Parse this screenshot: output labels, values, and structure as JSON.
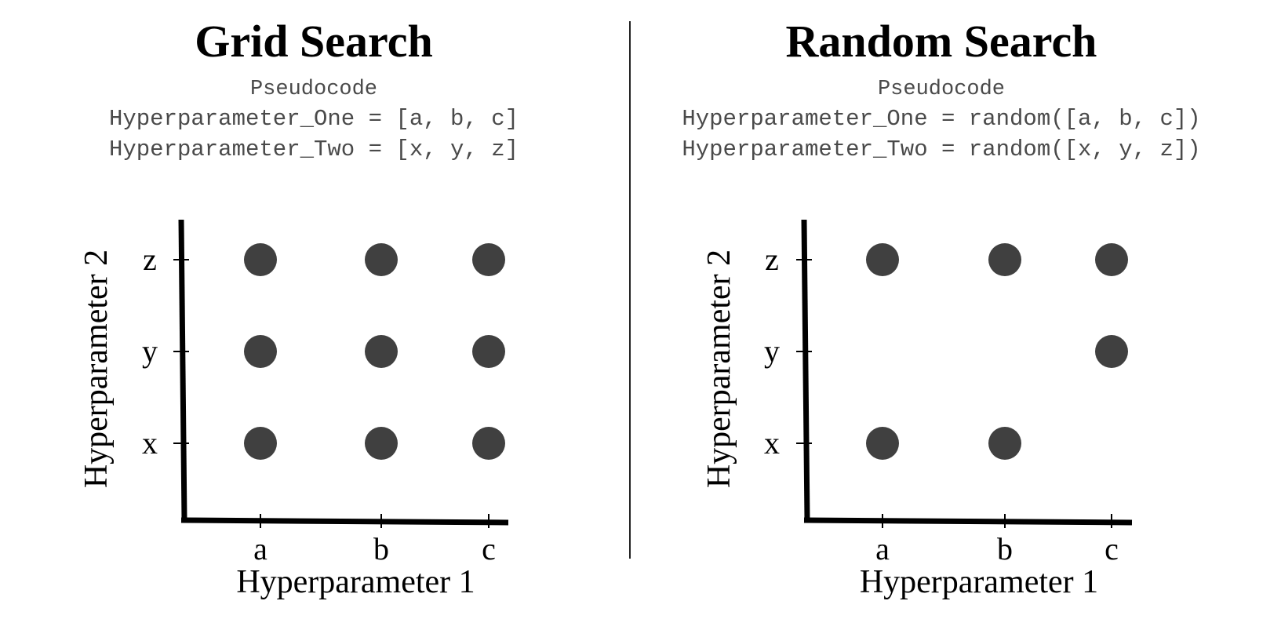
{
  "panels": [
    {
      "title": "Grid Search",
      "pseudocode_header": "Pseudocode",
      "pseudocode_lines": [
        "Hyperparameter_One = [a, b, c]",
        "Hyperparameter_Two = [x, y, z]"
      ]
    },
    {
      "title": "Random Search",
      "pseudocode_header": "Pseudocode",
      "pseudocode_lines": [
        "Hyperparameter_One = random([a, b, c])",
        "Hyperparameter_Two = random([x, y, z])"
      ]
    }
  ],
  "chart_data": [
    {
      "type": "scatter",
      "title": "Grid Search",
      "xlabel": "Hyperparameter 1",
      "ylabel": "Hyperparameter 2",
      "x_categories": [
        "a",
        "b",
        "c"
      ],
      "y_categories": [
        "x",
        "y",
        "z"
      ],
      "points": [
        {
          "x": "a",
          "y": "z"
        },
        {
          "x": "b",
          "y": "z"
        },
        {
          "x": "c",
          "y": "z"
        },
        {
          "x": "a",
          "y": "y"
        },
        {
          "x": "b",
          "y": "y"
        },
        {
          "x": "c",
          "y": "y"
        },
        {
          "x": "a",
          "y": "x"
        },
        {
          "x": "b",
          "y": "x"
        },
        {
          "x": "c",
          "y": "x"
        }
      ],
      "point_color": "#404040"
    },
    {
      "type": "scatter",
      "title": "Random Search",
      "xlabel": "Hyperparameter 1",
      "ylabel": "Hyperparameter 2",
      "x_categories": [
        "a",
        "b",
        "c"
      ],
      "y_categories": [
        "x",
        "y",
        "z"
      ],
      "points": [
        {
          "x": "a",
          "y": "z"
        },
        {
          "x": "b",
          "y": "z"
        },
        {
          "x": "c",
          "y": "z"
        },
        {
          "x": "c",
          "y": "y"
        },
        {
          "x": "a",
          "y": "x"
        },
        {
          "x": "b",
          "y": "x"
        }
      ],
      "point_color": "#404040"
    }
  ]
}
